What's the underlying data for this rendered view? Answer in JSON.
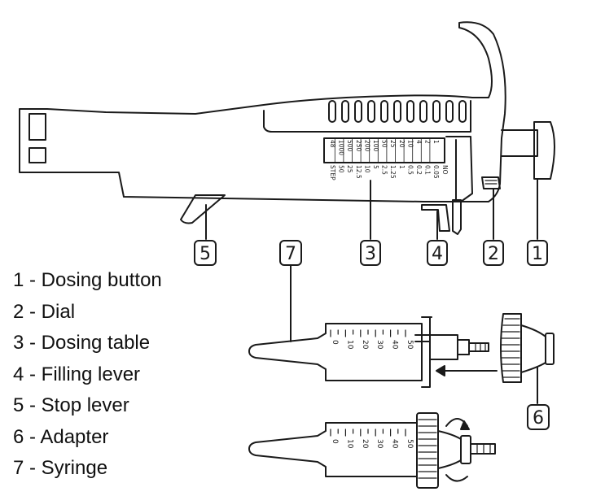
{
  "callouts": [
    "1",
    "2",
    "3",
    "4",
    "5",
    "6",
    "7"
  ],
  "legend": [
    "1 - Dosing button",
    "2 - Dial",
    "3 - Dosing table",
    "4 - Filling lever",
    "5 - Stop lever",
    "6 - Adapter",
    "7 - Syringe"
  ],
  "dosing_table": {
    "rows": [
      [
        "1",
        "2",
        "4",
        "10",
        "20",
        "25",
        "50",
        "100",
        "200",
        "250",
        "500",
        "1000",
        "48"
      ],
      [
        "0.05",
        "0.1",
        "0.2",
        "0.5",
        "1",
        "1.25",
        "2.5",
        "5",
        "10",
        "12.5",
        "25",
        "50",
        "STEP"
      ]
    ],
    "header": "NO"
  },
  "syringe_scale": [
    "0",
    "10",
    "20",
    "30",
    "40",
    "50"
  ],
  "colors": {
    "line": "#1a1a1a",
    "fill": "#ffffff"
  }
}
